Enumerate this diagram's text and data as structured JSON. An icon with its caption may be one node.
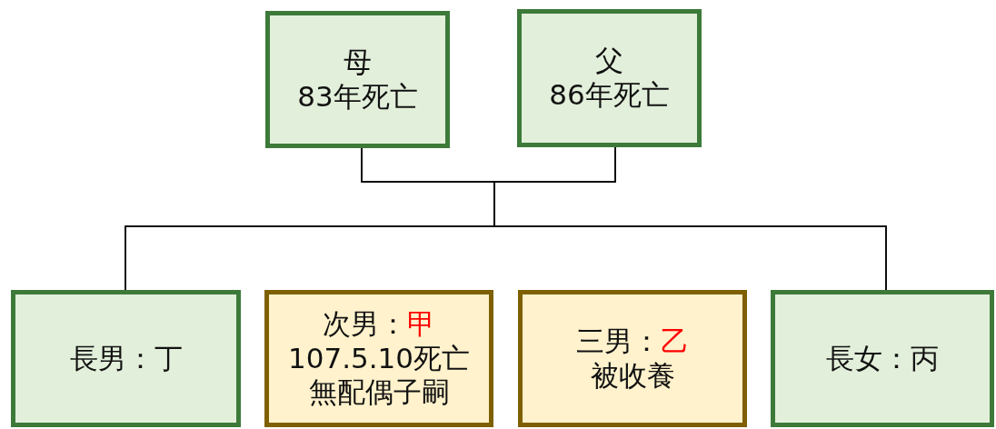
{
  "diagram": {
    "nodes": [
      {
        "text": [
          "母",
          "83年死亡"
        ]
      },
      {
        "text": [
          "父",
          "86年死亡"
        ]
      },
      {
        "text": [
          "長男：丁"
        ]
      },
      {
        "text": [
          "次男：",
          "甲",
          "107.5.10死亡",
          "無配偶子嗣"
        ]
      },
      {
        "text": [
          "三男：",
          "乙",
          "被收養"
        ]
      },
      {
        "text": [
          "長女：丙"
        ]
      }
    ],
    "edges": [
      {
        "from": 0,
        "to": 2,
        "arrow": "none"
      },
      {
        "from": 0,
        "to": 5,
        "arrow": "none"
      },
      {
        "from": 1,
        "to": 2,
        "arrow": "none"
      },
      {
        "from": 1,
        "to": 5,
        "arrow": "none"
      }
    ]
  }
}
